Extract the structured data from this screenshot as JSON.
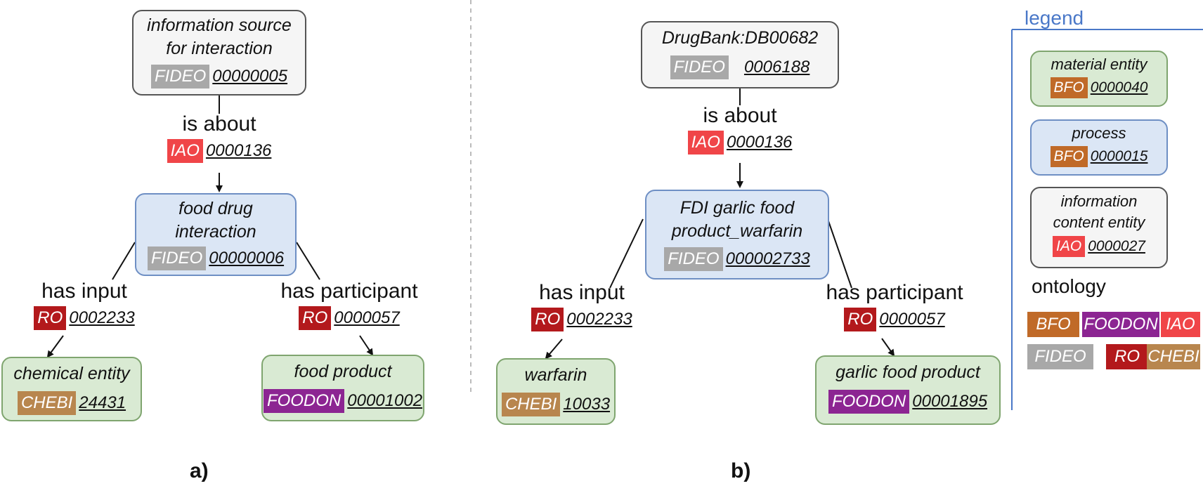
{
  "colors": {
    "FIDEO": "#a8a8a8",
    "IAO": "#f04548",
    "RO": "#b3191c",
    "CHEBI": "#b8864e",
    "FOODON": "#8c2592",
    "BFO": "#c06a28"
  },
  "panel_a": {
    "label": "a)",
    "source": {
      "title_line1": "information source",
      "title_line2": "for interaction",
      "prefix": "FIDEO",
      "code": "00000005"
    },
    "is_about": {
      "label": "is about",
      "prefix": "IAO",
      "code": "0000136"
    },
    "interaction": {
      "title_line1": "food drug",
      "title_line2": "interaction",
      "prefix": "FIDEO",
      "code": "00000006"
    },
    "has_input": {
      "label": "has input",
      "prefix": "RO",
      "code": "0002233"
    },
    "has_participant": {
      "label": "has participant",
      "prefix": "RO",
      "code": "0000057"
    },
    "chemical": {
      "title": "chemical entity",
      "prefix": "CHEBI",
      "code": "24431"
    },
    "food": {
      "title": "food product",
      "prefix": "FOODON",
      "code": "00001002"
    }
  },
  "panel_b": {
    "label": "b)",
    "source": {
      "title": "DrugBank:DB00682",
      "prefix": "FIDEO",
      "code": "0006188"
    },
    "is_about": {
      "label": "is about",
      "prefix": "IAO",
      "code": "0000136"
    },
    "interaction": {
      "title_line1": "FDI garlic food",
      "title_line2": "product_warfarin",
      "prefix": "FIDEO",
      "code": "000002733"
    },
    "has_input": {
      "label": "has input",
      "prefix": "RO",
      "code": "0002233"
    },
    "has_participant": {
      "label": "has participant",
      "prefix": "RO",
      "code": "0000057"
    },
    "drug": {
      "title": "warfarin",
      "prefix": "CHEBI",
      "code": "10033"
    },
    "food": {
      "title": "garlic food product",
      "prefix": "FOODON",
      "code": "00001895"
    }
  },
  "legend": {
    "title": "legend",
    "material": {
      "title": "material entity",
      "prefix": "BFO",
      "code": "0000040"
    },
    "process": {
      "title": "process",
      "prefix": "BFO",
      "code": "0000015"
    },
    "ice": {
      "title_line1": "information",
      "title_line2": "content entity",
      "prefix": "IAO",
      "code": "0000027"
    },
    "ontology_label": "ontology",
    "ontologies": [
      "BFO",
      "FOODON",
      "IAO",
      "FIDEO",
      "RO",
      "CHEBI"
    ]
  }
}
